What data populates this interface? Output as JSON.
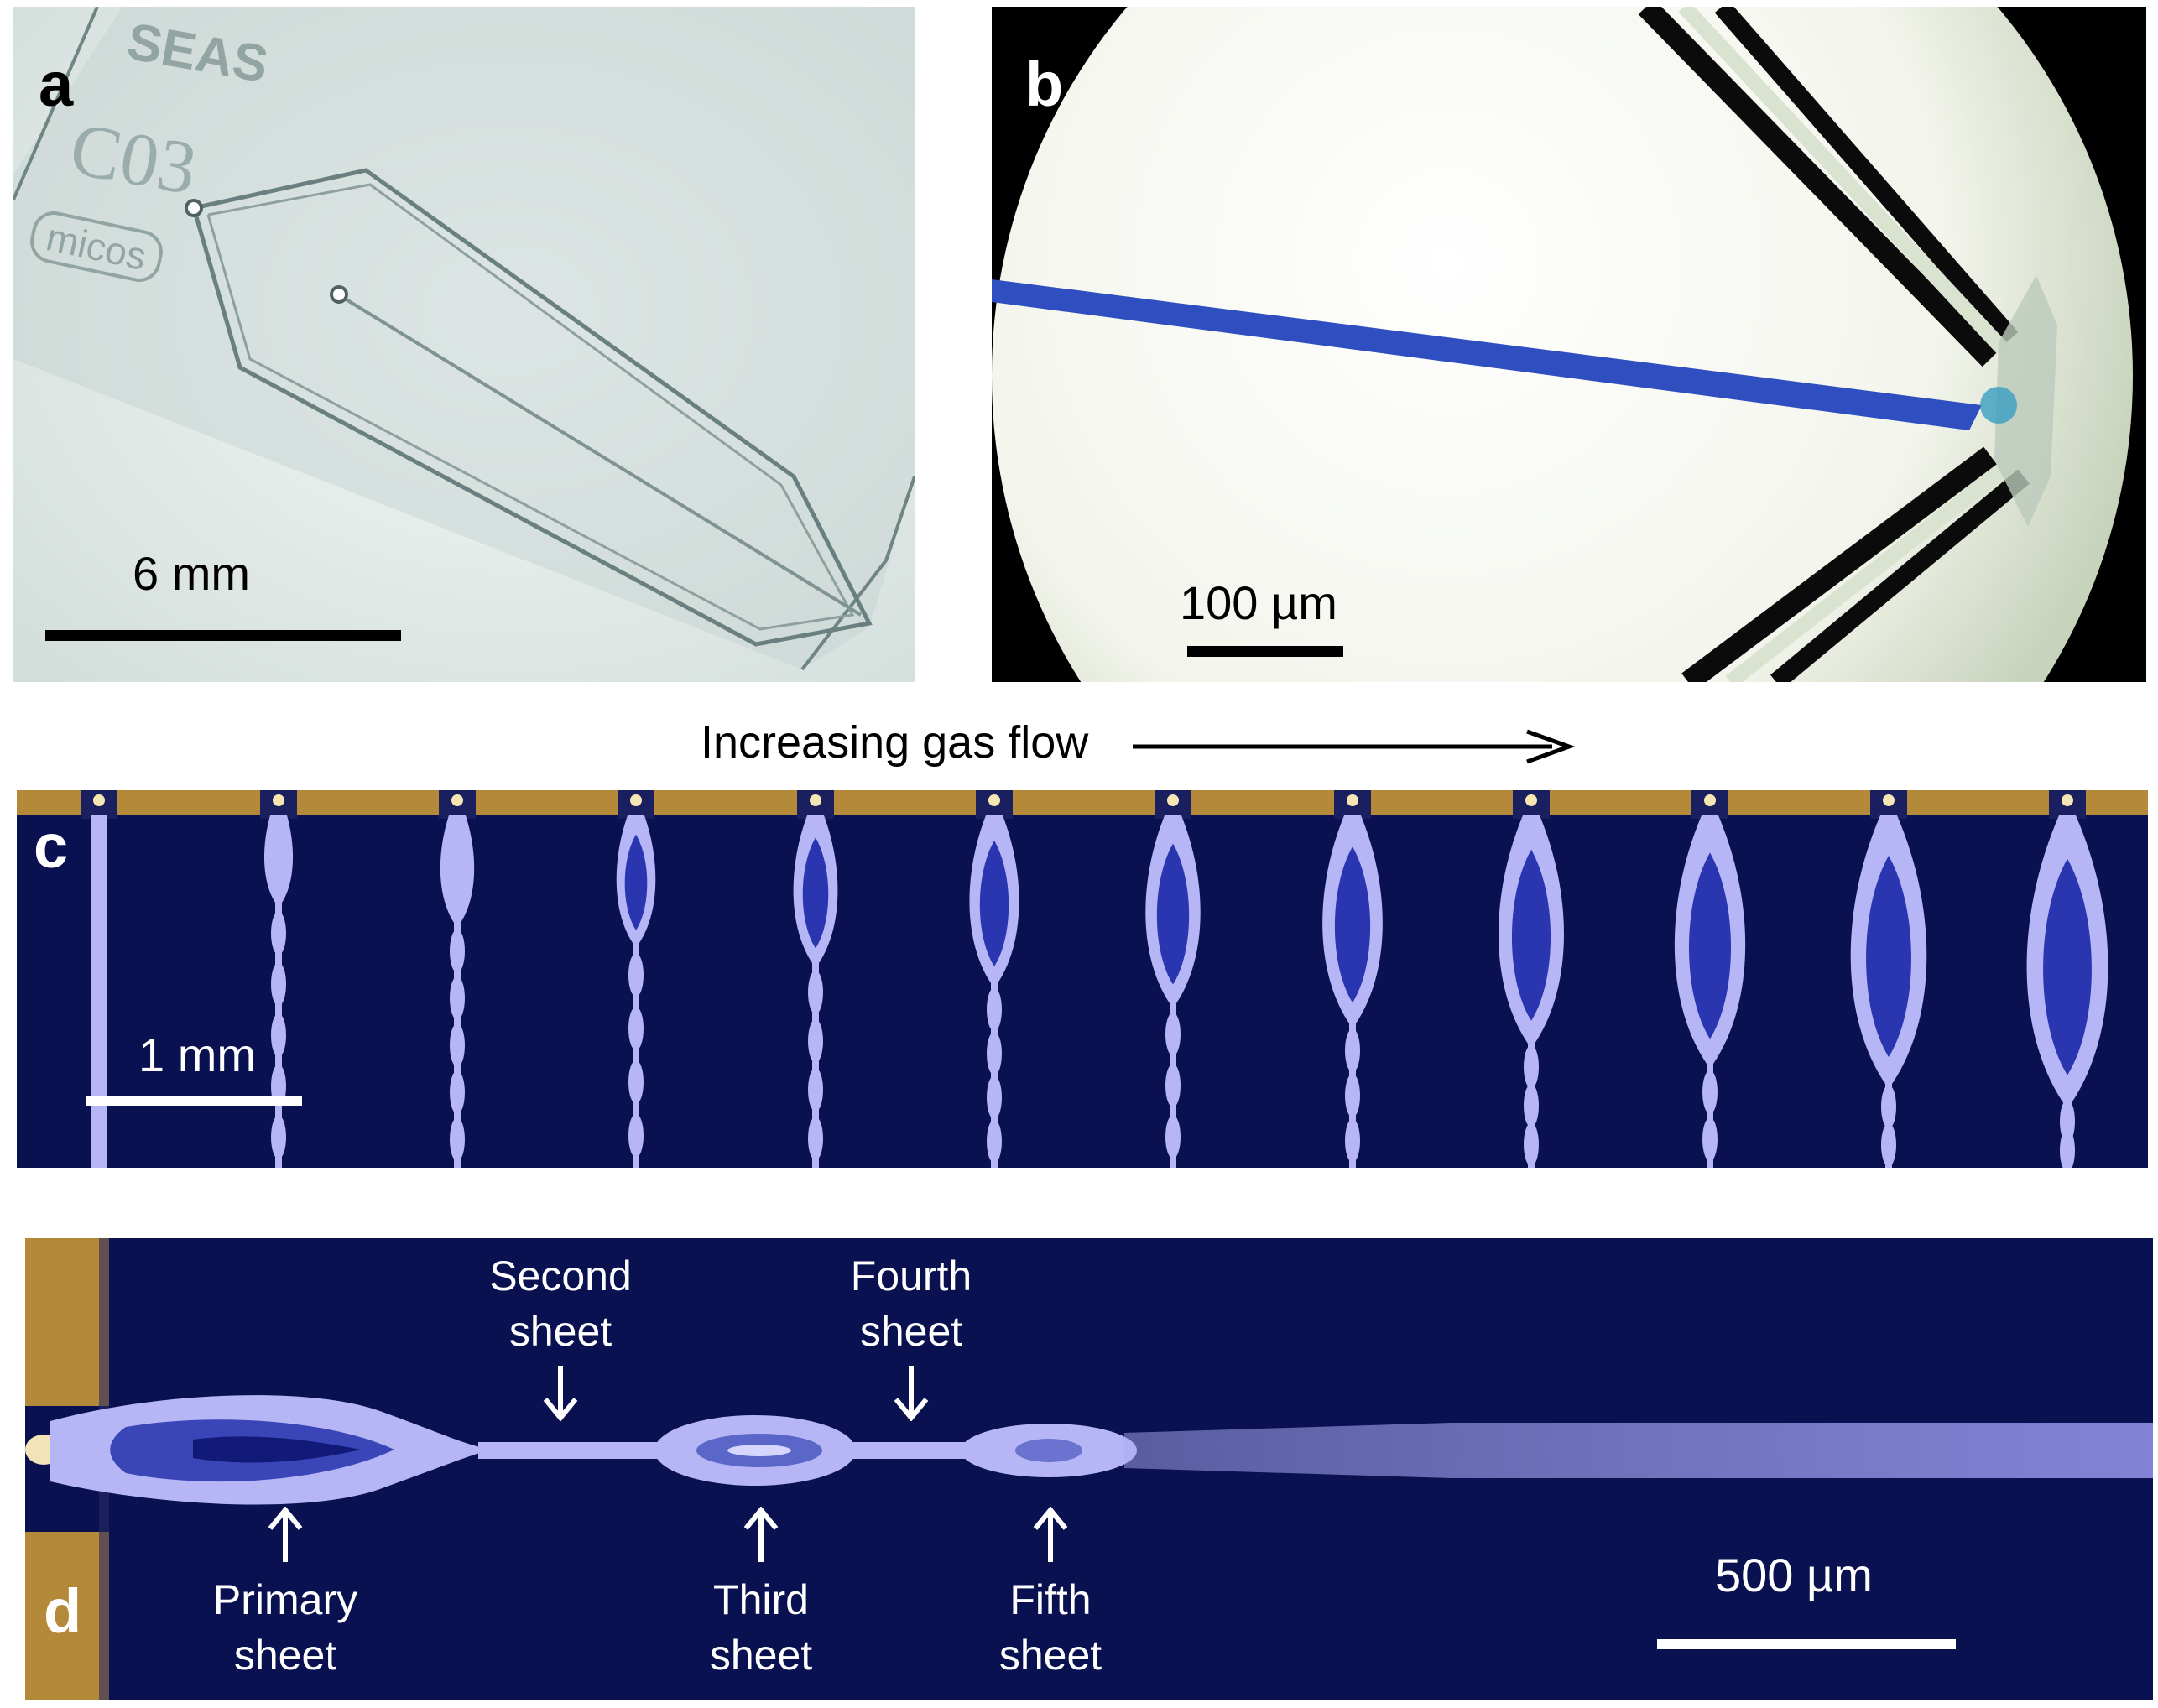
{
  "panel_a": {
    "label": "a",
    "chip_marks": [
      "SEAS",
      "C03",
      "micos"
    ],
    "scale_bar": "6 mm"
  },
  "panel_b": {
    "label": "b",
    "scale_bar": "100 µm"
  },
  "flow_caption": "Increasing gas flow",
  "panel_c": {
    "label": "c",
    "scale_bar": "1 mm"
  },
  "panel_d": {
    "label": "d",
    "scale_bar": "500 µm",
    "annotations": {
      "primary": "Primary\nsheet",
      "second": "Second\nsheet",
      "third": "Third\nsheet",
      "fourth": "Fourth\nsheet",
      "fifth": "Fifth\nsheet"
    }
  },
  "colors": {
    "dark_background": "#0a1150",
    "liquid_sheet": "#b6b6f6",
    "nozzle_tip": "#b48a3a",
    "ink_stream": "#2f4fc0"
  }
}
